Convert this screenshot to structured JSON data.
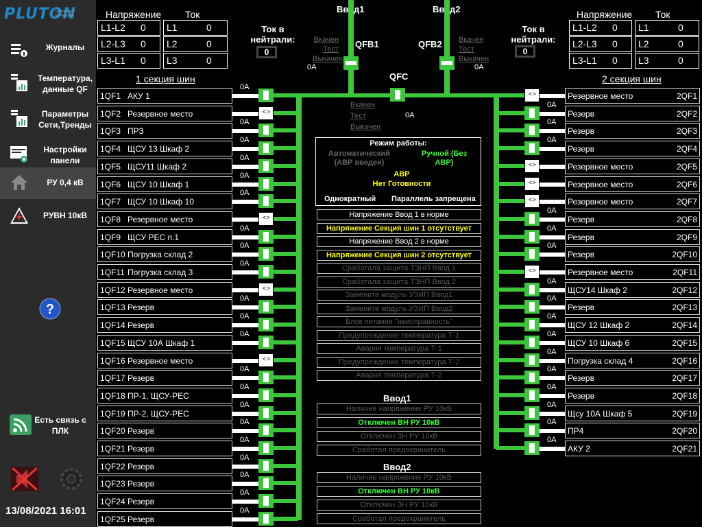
{
  "brand": {
    "logo": "PLUTON",
    "sub": "электро для промышлен"
  },
  "nav": [
    {
      "label": "Журналы",
      "icon": "journal-icon"
    },
    {
      "label": "Температура, данные QF",
      "icon": "temperature-chart-icon"
    },
    {
      "label": "Параметры Сети,Тренды",
      "icon": "trends-chart-icon"
    },
    {
      "label": "Настройки панели",
      "icon": "settings-panel-icon"
    },
    {
      "label": "РУ 0,4 кВ",
      "icon": "home-icon"
    },
    {
      "label": "РУВН 10кВ",
      "icon": "high-voltage-icon"
    }
  ],
  "comm": {
    "label": "Есть связь с ПЛК"
  },
  "datetime": "13/08/2021 16:01",
  "labels": {
    "voltage": "Напряжение",
    "current": "Ток",
    "neutral": "Ток в нейтрали:",
    "section1": "1 секция шин",
    "section2": "2 секция шин",
    "input1": "Ввод1",
    "input2": "Ввод2",
    "qfb1": "QFB1",
    "qfb2": "QFB2",
    "qfc": "QFC",
    "on": "Вкачен",
    "test": "Тест",
    "off": "Выкачен",
    "zero": "0A"
  },
  "left_meas": {
    "v": [
      [
        "L1-L2",
        "0"
      ],
      [
        "L2-L3",
        "0"
      ],
      [
        "L3-L1",
        "0"
      ]
    ],
    "i": [
      [
        "L1",
        "0"
      ],
      [
        "L2",
        "0"
      ],
      [
        "L3",
        "0"
      ]
    ],
    "neutral": "0"
  },
  "right_meas": {
    "v": [
      [
        "L1-L2",
        "0"
      ],
      [
        "L2-L3",
        "0"
      ],
      [
        "L3-L1",
        "0"
      ]
    ],
    "i": [
      [
        "L1",
        "0"
      ],
      [
        "L2",
        "0"
      ],
      [
        "L3",
        "0"
      ]
    ],
    "neutral": "0"
  },
  "mode": {
    "title": "Режим работы:",
    "auto": "Автоматический (АВР введен)",
    "manual": "Ручной (Без АВР)",
    "avr": "АВР",
    "not_ready": "Нет Готовности",
    "single": "Однократный",
    "parallel": "Параллель запрещена"
  },
  "status_msgs": [
    {
      "t": "Напряжение Ввод 1 в норме",
      "c": "w"
    },
    {
      "t": "Напряжение Секция шин 1 отсутствует",
      "c": "y"
    },
    {
      "t": "Напряжение Ввод 2 в норме",
      "c": "w"
    },
    {
      "t": "Напряжение Секция шин 2 отсутствует",
      "c": "y"
    },
    {
      "t": "Сработала защита ТЗНП Ввод 1",
      "c": ""
    },
    {
      "t": "Сработала защита ТЗНП Ввод 2",
      "c": ""
    },
    {
      "t": "Замените модуль УЗИП Ввод1",
      "c": ""
    },
    {
      "t": "Замените модуль УЗИП Ввод2",
      "c": ""
    },
    {
      "t": "Блок питания \"неисправность\"",
      "c": ""
    },
    {
      "t": "Предупреждение температура Т-1",
      "c": ""
    },
    {
      "t": "Авария температура  Т-1",
      "c": ""
    },
    {
      "t": "Предупреждение температура Т-2",
      "c": ""
    },
    {
      "t": "Авария температура Т-2",
      "c": ""
    }
  ],
  "input1_msgs": [
    {
      "t": "Наличие напряжение РУ 10кВ",
      "c": ""
    },
    {
      "t": "Отключен ВН РУ 10кВ",
      "c": "g"
    },
    {
      "t": "Отключен ЗН РУ 10кВ",
      "c": ""
    },
    {
      "t": "Сработал предохранитель",
      "c": ""
    }
  ],
  "input2_msgs": [
    {
      "t": "Наличие напряжение РУ 10кВ",
      "c": ""
    },
    {
      "t": "Отключен ВН РУ 10кВ",
      "c": "g"
    },
    {
      "t": "Отключен ЗН РУ 10кВ",
      "c": ""
    },
    {
      "t": "Сработал предохранитель",
      "c": ""
    }
  ],
  "left_feeders": [
    {
      "id": "1QF1",
      "name": "АКУ 1",
      "open": false
    },
    {
      "id": "1QF2",
      "name": "Резервное место",
      "open": true
    },
    {
      "id": "1QF3",
      "name": "ПРЗ",
      "open": false
    },
    {
      "id": "1QF4",
      "name": "ЩСУ 13 Шкаф 2",
      "open": false
    },
    {
      "id": "1QF5",
      "name": "ЩСУ11 Шкаф 2",
      "open": false
    },
    {
      "id": "1QF6",
      "name": "ЩСУ 10 Шкаф 1",
      "open": false
    },
    {
      "id": "1QF7",
      "name": "ЩСУ 10 Шкаф 10",
      "open": false
    },
    {
      "id": "1QF8",
      "name": "Резервное место",
      "open": true
    },
    {
      "id": "1QF9",
      "name": "ЩСУ РЕС п.1",
      "open": false
    },
    {
      "id": "1QF10",
      "name": "Погрузка склад 2",
      "open": false
    },
    {
      "id": "1QF11",
      "name": "Погрузка склад 3",
      "open": false
    },
    {
      "id": "1QF12",
      "name": "Резервное место",
      "open": true
    },
    {
      "id": "1QF13",
      "name": "Резерв",
      "open": false
    },
    {
      "id": "1QF14",
      "name": "Резерв",
      "open": false
    },
    {
      "id": "1QF15",
      "name": "ЩСУ 10А Шкаф 1",
      "open": false
    },
    {
      "id": "1QF16",
      "name": "Резервное место",
      "open": true
    },
    {
      "id": "1QF17",
      "name": "Резерв",
      "open": false
    },
    {
      "id": "1QF18",
      "name": "ПР-1, ЩСУ-РЕС",
      "open": false
    },
    {
      "id": "1QF19",
      "name": "ПР-2, ЩСУ-РЕС",
      "open": false
    },
    {
      "id": "1QF20",
      "name": "Резерв",
      "open": false
    },
    {
      "id": "1QF21",
      "name": "Резерв",
      "open": false
    },
    {
      "id": "1QF22",
      "name": "Резерв",
      "open": false
    },
    {
      "id": "1QF23",
      "name": "Резерв",
      "open": false
    },
    {
      "id": "1QF24",
      "name": "Резерв",
      "open": false
    },
    {
      "id": "1QF25",
      "name": "Резерв",
      "open": false
    }
  ],
  "right_feeders": [
    {
      "id": "2QF1",
      "name": "Резервное место",
      "open": true
    },
    {
      "id": "2QF2",
      "name": "Резерв",
      "open": false
    },
    {
      "id": "2QF3",
      "name": "Резерв",
      "open": false
    },
    {
      "id": "2QF4",
      "name": "Резерв",
      "open": false
    },
    {
      "id": "2QF5",
      "name": "Резервное место",
      "open": true
    },
    {
      "id": "2QF6",
      "name": "Резервное место",
      "open": true
    },
    {
      "id": "2QF7",
      "name": "Резервное место",
      "open": true
    },
    {
      "id": "2QF8",
      "name": "Резерв",
      "open": false
    },
    {
      "id": "2QF9",
      "name": "Резерв",
      "open": false
    },
    {
      "id": "2QF10",
      "name": "Резерв",
      "open": false
    },
    {
      "id": "2QF11",
      "name": "Резервное место",
      "open": true
    },
    {
      "id": "2QF12",
      "name": "ЩСУ14 Шкаф 2",
      "open": false
    },
    {
      "id": "2QF13",
      "name": "Резерв",
      "open": false
    },
    {
      "id": "2QF14",
      "name": "ЩСУ 12 Шкаф 2",
      "open": false
    },
    {
      "id": "2QF15",
      "name": "ЩСУ 10 Шкаф 6",
      "open": false
    },
    {
      "id": "2QF16",
      "name": "Погрузка склад 4",
      "open": false
    },
    {
      "id": "2QF17",
      "name": "Резерв",
      "open": false
    },
    {
      "id": "2QF18",
      "name": "Резерв",
      "open": false
    },
    {
      "id": "2QF19",
      "name": "Щсу 10А Шкаф 5",
      "open": false
    },
    {
      "id": "2QF20",
      "name": "ПР4",
      "open": false
    },
    {
      "id": "2QF21",
      "name": "АКУ 2",
      "open": false
    }
  ]
}
